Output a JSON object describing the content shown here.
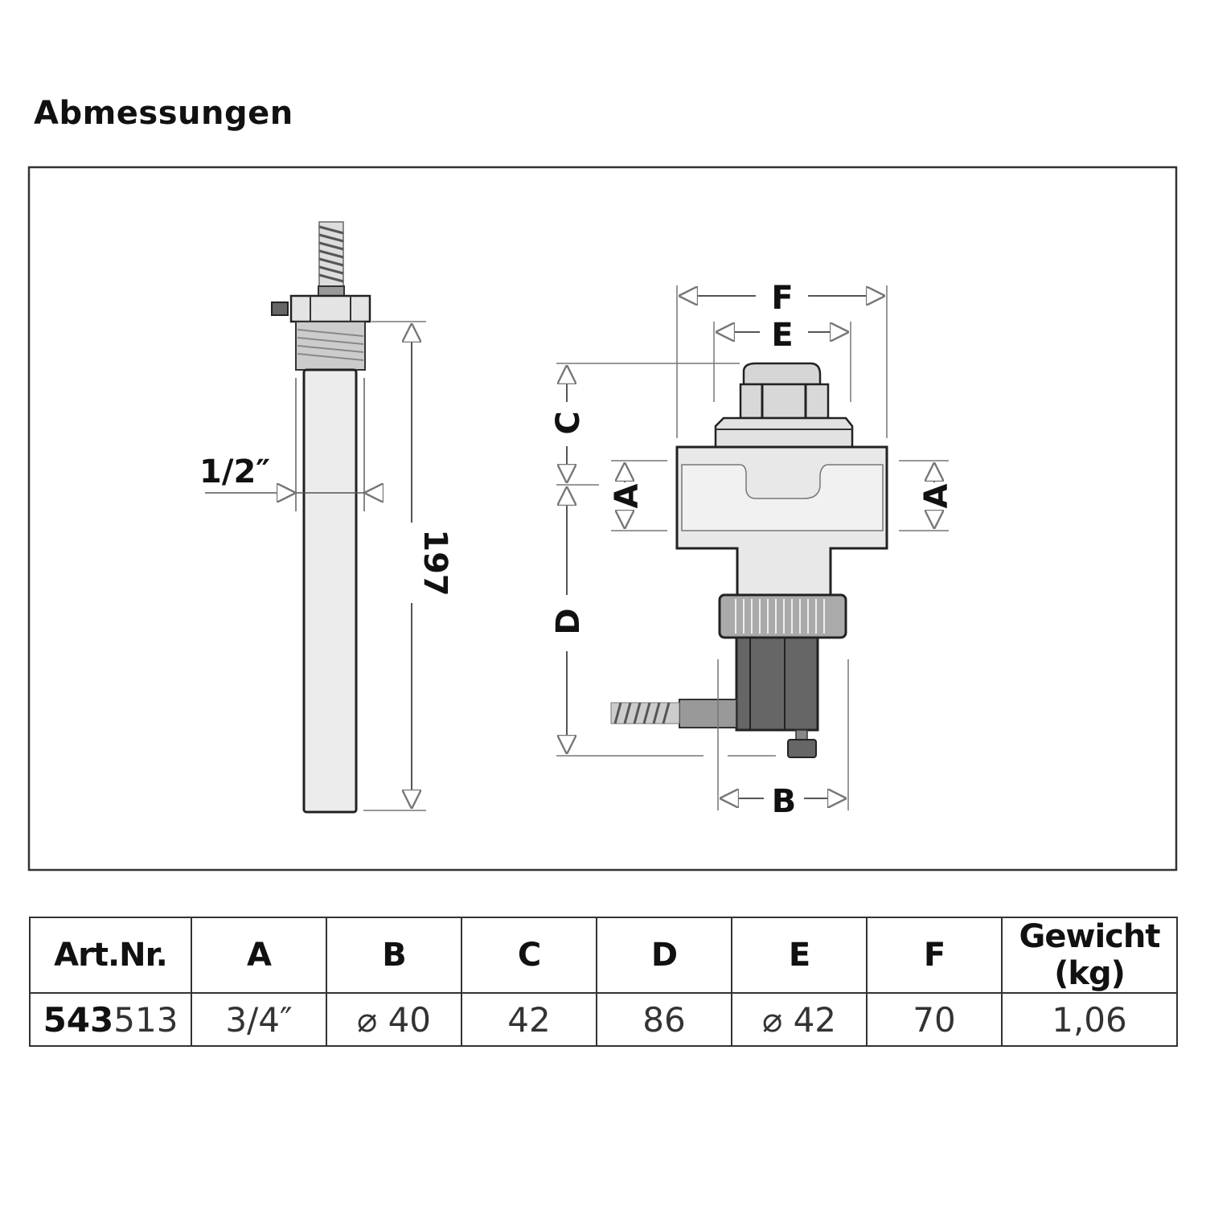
{
  "title": "Abmessungen",
  "drawing": {
    "rod": {
      "thread_label": "1/2″",
      "length_label": "197"
    },
    "device": {
      "labels": {
        "A": "A",
        "B": "B",
        "C": "C",
        "D": "D",
        "E": "E",
        "F": "F"
      }
    }
  },
  "table": {
    "headers": [
      "Art.Nr.",
      "A",
      "B",
      "C",
      "D",
      "E",
      "F",
      "Gewicht (kg)"
    ],
    "row": {
      "art_nr_bold": "543",
      "art_nr_rest": "513",
      "values": [
        "3/4″",
        "⌀ 40",
        "42",
        "86",
        "⌀ 42",
        "70",
        "1,06"
      ]
    }
  }
}
